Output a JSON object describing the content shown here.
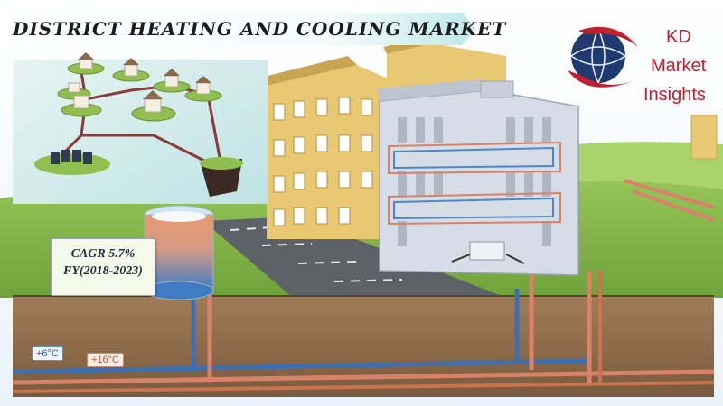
{
  "title": "DISTRICT HEATING AND COOLING MARKET",
  "logo": {
    "line1": "KD",
    "line2": "Market",
    "line3": "Insights",
    "icon": "globe-swoosh-icon"
  },
  "cagr": {
    "line1": "CAGR 5.7%",
    "line2": "FY(2018-2023)"
  },
  "pipe_labels": {
    "cold": "+6°C",
    "hot": "+16°C"
  },
  "colors": {
    "brand_red": "#c2202d",
    "brand_navy": "#1f3a70",
    "hot_pipe": "#d9826a",
    "cold_pipe": "#4f86c6",
    "grass": "#7fb043",
    "soil": "#8a6a4c",
    "building": "#e8c872"
  }
}
